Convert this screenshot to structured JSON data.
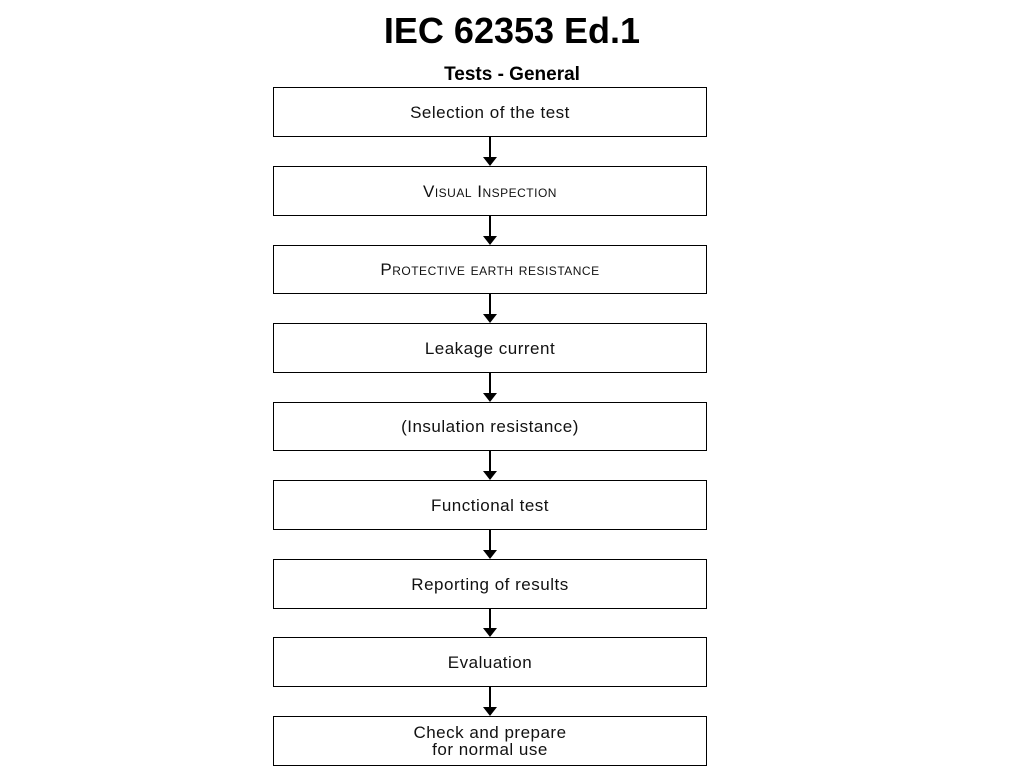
{
  "header": {
    "title": "IEC 62353 Ed.1",
    "subtitle": "Tests - General"
  },
  "flow": {
    "steps": [
      "Selection of the test",
      "Visual Inspection",
      "Protective earth resistance",
      "Leakage current",
      "(Insulation resistance)",
      "Functional test",
      "Reporting of results",
      "Evaluation",
      "Check and prepare\nfor normal use"
    ]
  }
}
